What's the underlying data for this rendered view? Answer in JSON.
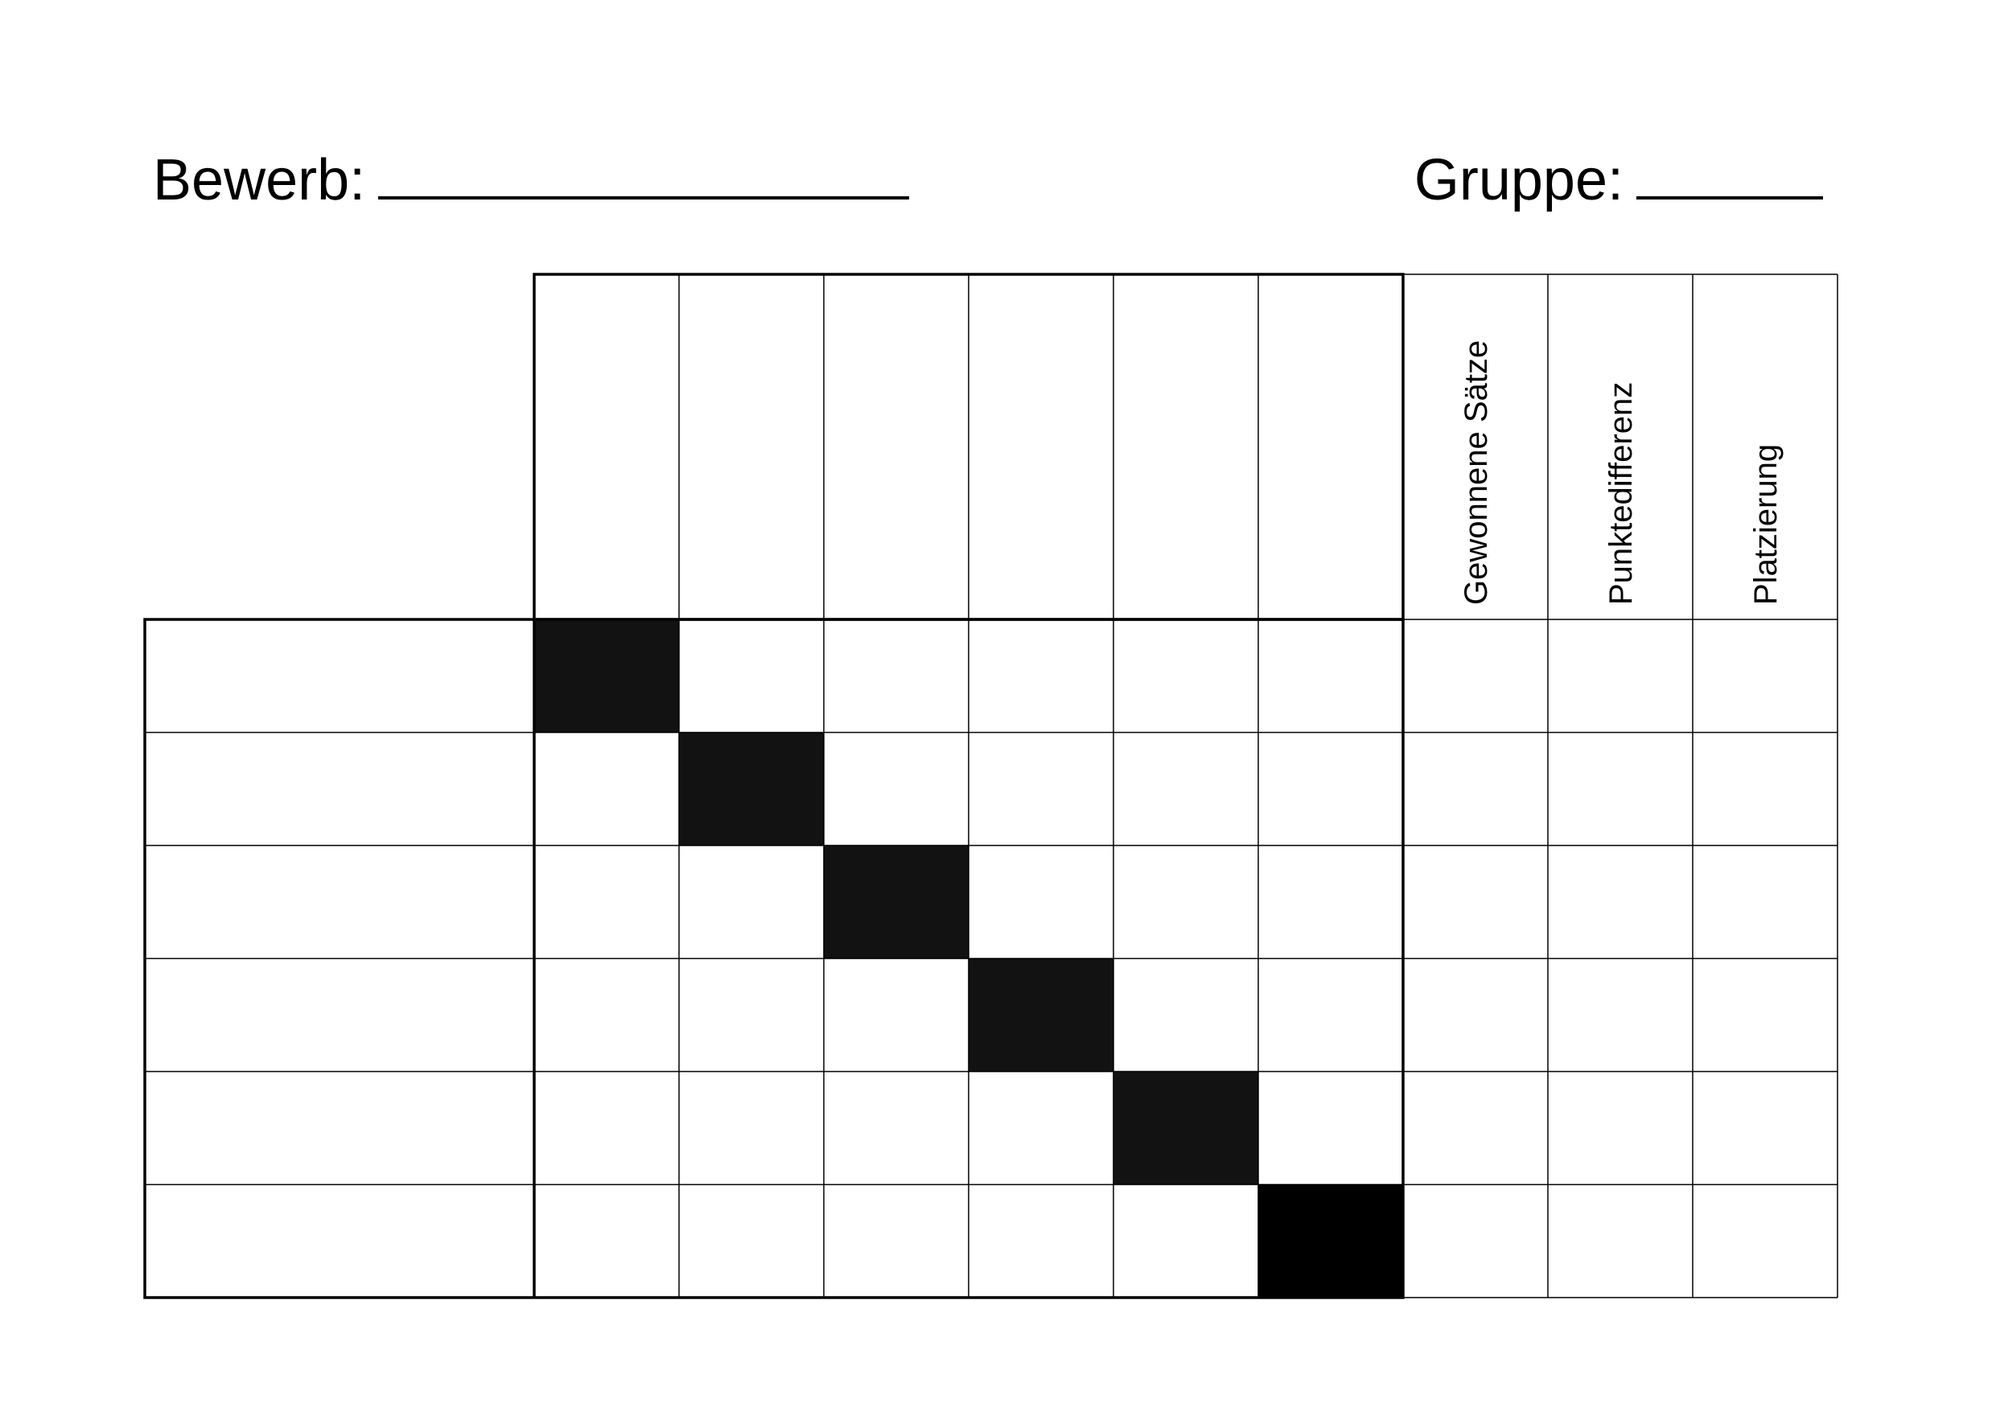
{
  "header": {
    "bewerb_label": "Bewerb:",
    "gruppe_label": "Gruppe:"
  },
  "table": {
    "rows": 6,
    "match_columns": 6,
    "stat_headers": [
      "Gewonnene Sätze",
      "Punktedifferenz",
      "Platzierung"
    ]
  }
}
